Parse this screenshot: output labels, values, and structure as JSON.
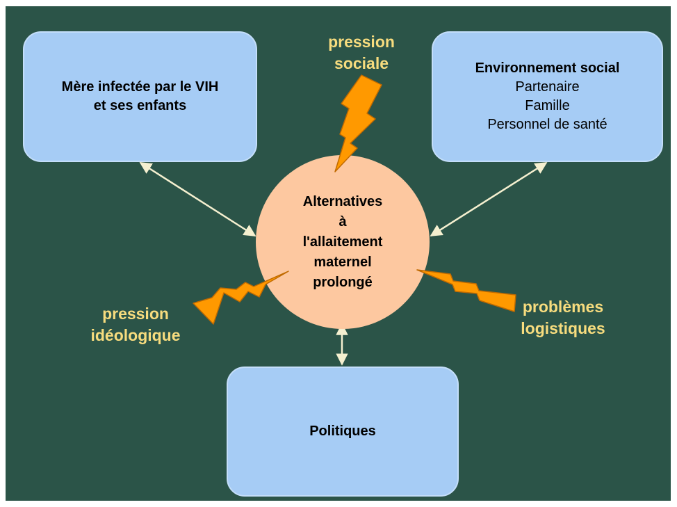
{
  "center": {
    "lines": [
      "Alternatives",
      "à",
      "l'allaitement",
      "maternel",
      "prolongé"
    ]
  },
  "boxes": {
    "mother": {
      "lines": [
        "Mère infectée par le VIH",
        "et ses enfants"
      ]
    },
    "environment": {
      "title": "Environnement social",
      "items": [
        "Partenaire",
        "Famille",
        "Personnel de santé"
      ]
    },
    "politics": {
      "label": "Politiques"
    }
  },
  "pressures": {
    "social": {
      "lines": [
        "pression",
        "sociale"
      ]
    },
    "ideological": {
      "lines": [
        "pression",
        "idéologique"
      ]
    },
    "logistic": {
      "lines": [
        "problèmes",
        "logistiques"
      ]
    }
  },
  "colors": {
    "background": "#2b5448",
    "box_fill": "#a6ccf5",
    "circle_fill": "#fdc8a0",
    "pressure_text": "#f7dc7e",
    "lightning": "#ff9900",
    "arrow": "#f5f0d0"
  }
}
